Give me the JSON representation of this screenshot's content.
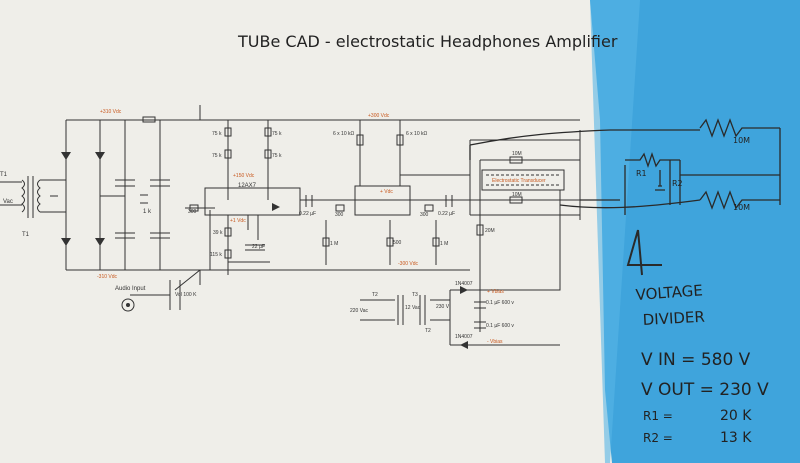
{
  "title": "TUBe CAD - electrostatic Headphones Amplifier",
  "rails": {
    "plus_310": "+310 Vdc",
    "minus_310": "-310 Vdc",
    "plus_300": "+300 Vdc",
    "minus_300": "-300 Vdc",
    "plus_150": "+150 Vdc"
  },
  "supply": {
    "vac": "Vac",
    "t1": "T1",
    "t1_top": "T1",
    "r_1k": "1 k"
  },
  "input": {
    "audio_input": "Audio Input",
    "volume": "Vol 100 K",
    "r_300": "300"
  },
  "tube1": {
    "name": "12AX7",
    "r_75k_a": "75 k",
    "r_75k_b": "75 k",
    "r_75k_c": "75 k",
    "r_75k_d": "75 k",
    "r_39k": "39 k",
    "r_115k": "115 k",
    "cap_22uf": "22 µF",
    "cathode_v": "+1 Vdc"
  },
  "coupling": {
    "cap_a": "0.22 µF",
    "cap_b": "0.22 µF",
    "r_300_a": "300",
    "r_300_b": "300",
    "r_1m_a": "1 M",
    "r_1m_b": "1 M",
    "r_500": "500"
  },
  "tube2": {
    "plate_v": "+ Vdc",
    "r_6x10k_a": "6 x 10 kΩ",
    "r_6x10k_b": "6 x 10 kΩ"
  },
  "transducer": {
    "label": "Electrostatic Transducer",
    "r_10m_a": "10M",
    "r_10m_b": "10M",
    "r_20m": "20M"
  },
  "bias": {
    "mains": "220 Vac",
    "t2": "T2",
    "t3": "T3",
    "t2b": "T2",
    "v12": "12 Vac",
    "v230": "230 V",
    "diode_a": "1N4007",
    "diode_b": "1N4007",
    "cap_a": "0.1 µF 600 v",
    "cap_b": "0.1 µF 600 v",
    "vbias_p": "+ Vbias",
    "vbias_n": "- Vbias"
  },
  "note": {
    "r10m_a": "10M",
    "r10m_b": "10M",
    "r1": "R1",
    "r2": "R2",
    "heading_1": "VOLTAGE",
    "heading_2": "DIVIDER",
    "vin": "V IN = 580 V",
    "vout": "V OUT = 230 V",
    "r1_line": "R1 =",
    "r1_val": "20 K",
    "r2_line": "R2 =",
    "r2_val": "13 K"
  }
}
